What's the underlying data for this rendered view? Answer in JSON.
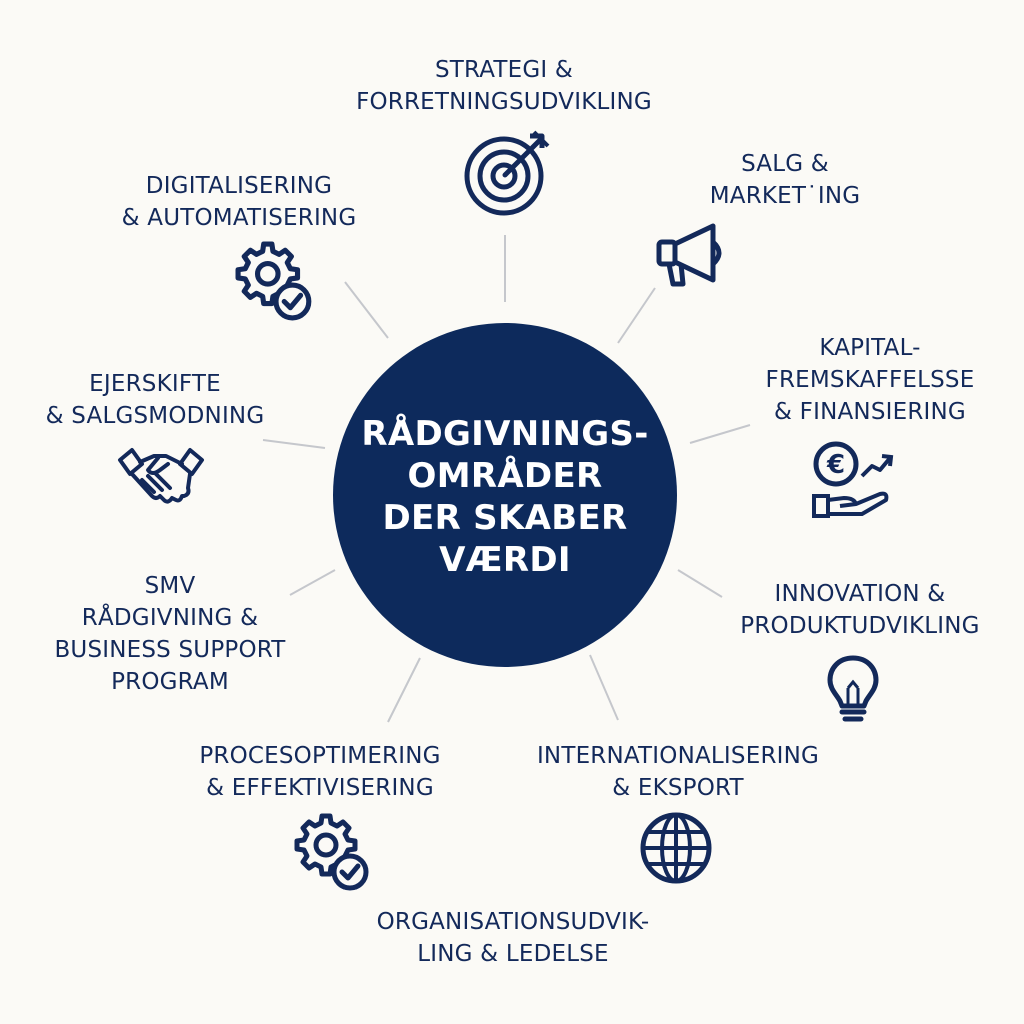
{
  "center": {
    "lines": [
      "RÅDGIVNINGS-",
      "OMRÅDER",
      "DER SKABER",
      "VÆRDI"
    ]
  },
  "colors": {
    "navy": "#0d2a5c",
    "text": "#13295a",
    "connector": "#c5c7cc",
    "background": "#fbfaf6"
  },
  "areas": [
    {
      "id": "strategi",
      "lines": [
        "STRATEGI &",
        "FORRETNINGSUDVIKLING"
      ],
      "icon": "target-icon"
    },
    {
      "id": "salg",
      "lines": [
        "SALG &",
        "MARKET˙ING"
      ],
      "icon": "megaphone-icon"
    },
    {
      "id": "kapital",
      "lines": [
        "KAPITAL-",
        "FREMSKAFFELSSE",
        "& FINANSIERING"
      ],
      "icon": "euro-hand-icon"
    },
    {
      "id": "innovation",
      "lines": [
        "INNOVATION &",
        "PRODUKTUDVIKLING"
      ],
      "icon": "lightbulb-icon"
    },
    {
      "id": "international",
      "lines": [
        "INTERNATIONALISERING",
        "& EKSPORT"
      ],
      "icon": "globe-icon"
    },
    {
      "id": "organisation",
      "lines": [
        "ORGANISATIONSUDVIK-",
        "LING & LEDELSE"
      ],
      "icon": "none"
    },
    {
      "id": "proces",
      "lines": [
        "PROCESOPTIMERING",
        "& EFFEKTIVISERING"
      ],
      "icon": "gear-check-icon"
    },
    {
      "id": "smv",
      "lines": [
        "SMV",
        "RÅDGIVNING &",
        "BUSINESS SUPPORT",
        "PROGRAM"
      ],
      "icon": "none"
    },
    {
      "id": "ejerskifte",
      "lines": [
        "EJERSKIFTE",
        "& SALGSMODNING"
      ],
      "icon": "handshake-icon"
    },
    {
      "id": "digital",
      "lines": [
        "DIGITALISERING",
        "& AUTOMATISERING"
      ],
      "icon": "gear-check-icon"
    }
  ]
}
